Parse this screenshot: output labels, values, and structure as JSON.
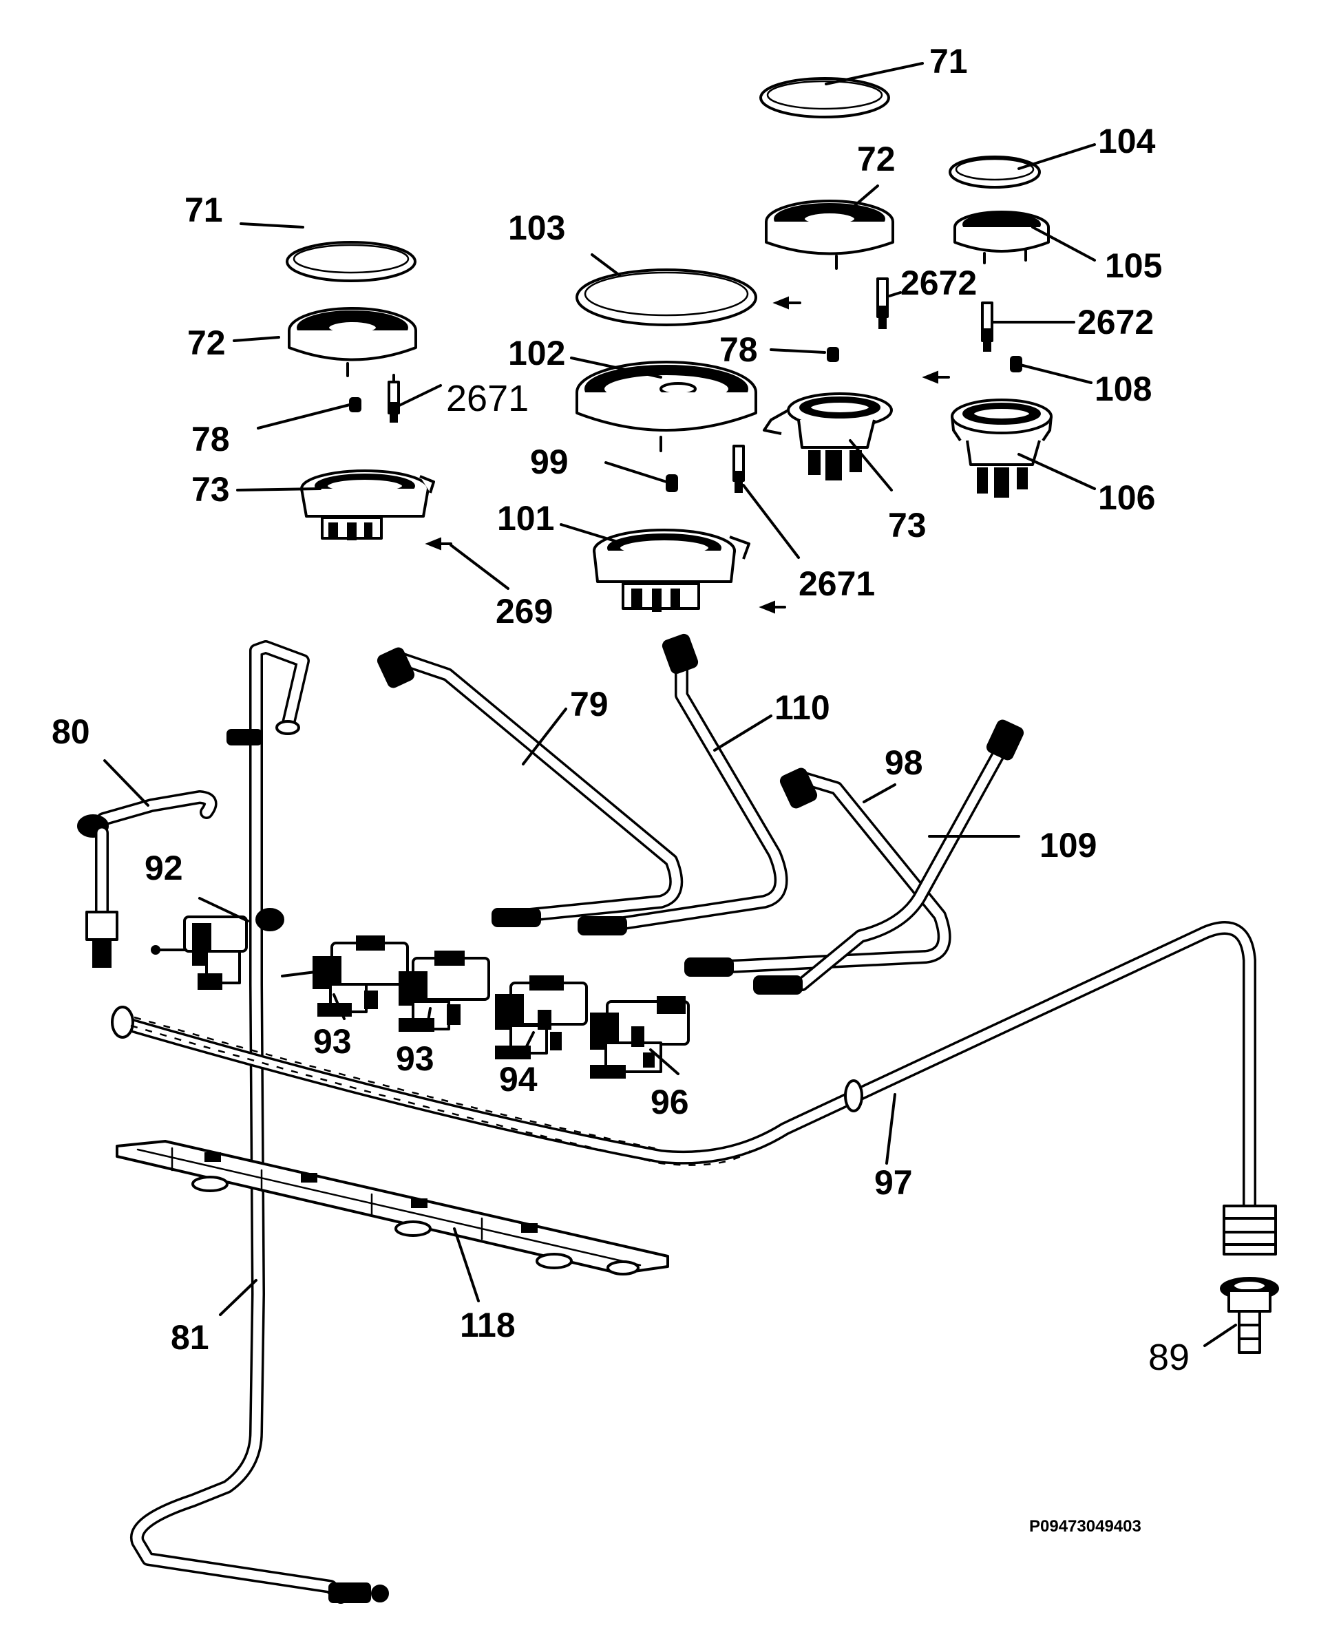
{
  "labels": {
    "l71a": "71",
    "l71b": "71",
    "l72a": "72",
    "l72b": "72",
    "l73a": "73",
    "l73b": "73",
    "l78a": "78",
    "l78b": "78",
    "l79": "79",
    "l80": "80",
    "l81": "81",
    "l89": "89",
    "l92": "92",
    "l93a": "93",
    "l93b": "93",
    "l94": "94",
    "l96": "96",
    "l97": "97",
    "l98": "98",
    "l99": "99",
    "l101": "101",
    "l102": "102",
    "l103": "103",
    "l104": "104",
    "l105": "105",
    "l106": "106",
    "l108": "108",
    "l109": "109",
    "l110": "110",
    "l118": "118",
    "l269": "269",
    "l2671a": "2671",
    "l2671b": "2671",
    "l2672a": "2672",
    "l2672b": "2672"
  },
  "drawing_code": "P09473049403"
}
